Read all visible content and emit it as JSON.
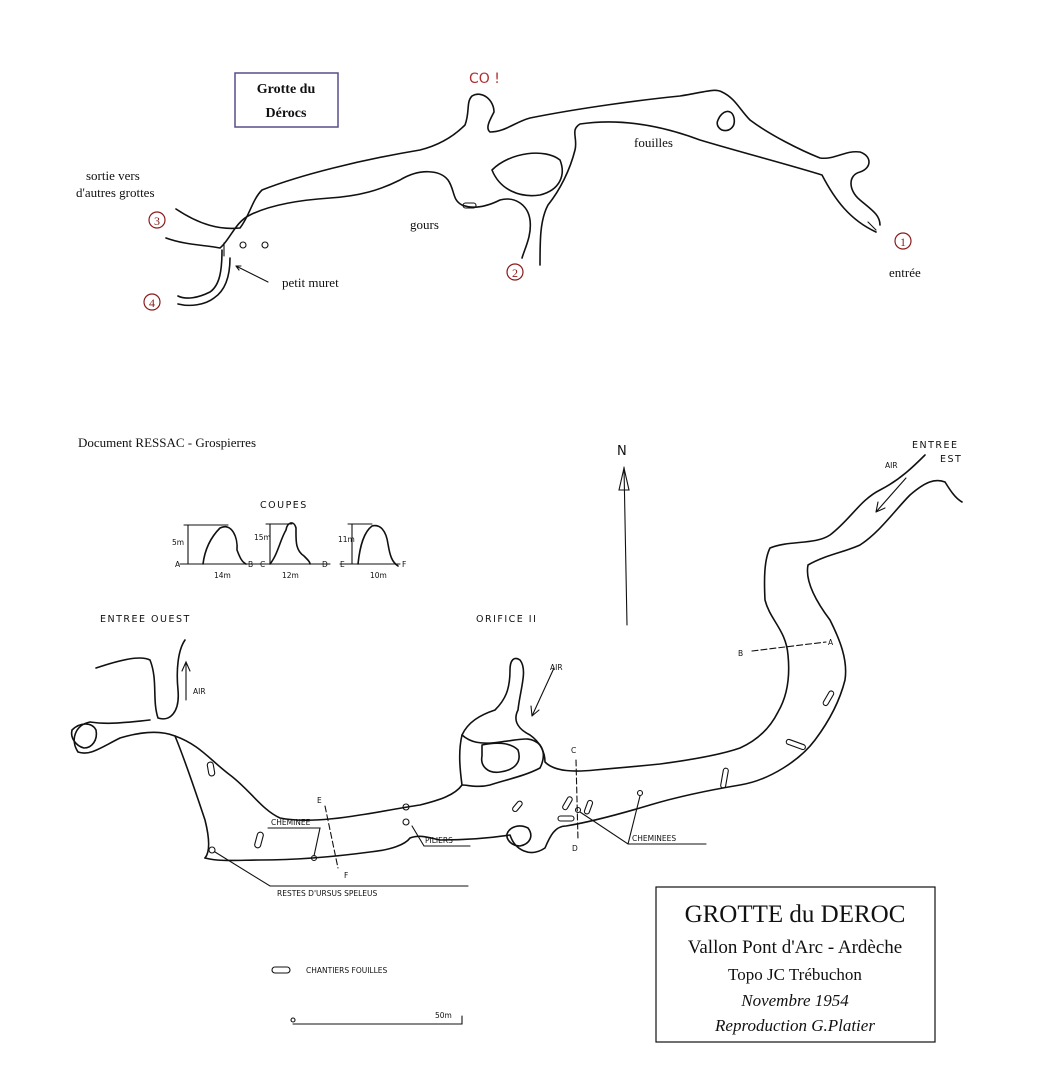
{
  "sketch": {
    "title_line1": "Grotte du",
    "title_line2": "Dérocs",
    "co_mark": "CO !",
    "exit_label_line1": "sortie vers",
    "exit_label_line2": "d'autres grottes",
    "gours_label": "gours",
    "fouilles_label": "fouilles",
    "muret_label": "petit muret",
    "entree_label": "entrée",
    "markers": [
      "1",
      "2",
      "3",
      "4"
    ],
    "colors": {
      "title_border": "#5a4d8a",
      "marker": "#8b1a1a",
      "co": "#b03030"
    }
  },
  "survey": {
    "document_credit": "Document RESSAC - Grospierres",
    "north": "N",
    "coupes_title": "COUPES",
    "coupes": [
      {
        "height": "5m",
        "left": "A",
        "right": "B",
        "width": "14m"
      },
      {
        "height": "15m",
        "left": "C",
        "right": "D",
        "width": "12m"
      },
      {
        "height": "11m",
        "left": "E",
        "right": "F",
        "width": "10m"
      }
    ],
    "entree_ouest": "ENTREE OUEST",
    "entree_est_line1": "ENTREE",
    "entree_est_line2": "EST",
    "orifice": "ORIFICE II",
    "air": "AIR",
    "cheminee": "CHEMINEE",
    "cheminees": "CHEMINEES",
    "piliers": "PILIERS",
    "restes": "RESTES D'URSUS SPELEUS",
    "section_letters": [
      "A",
      "B",
      "C",
      "D",
      "E",
      "F"
    ],
    "legend_chantiers": "CHANTIERS FOUILLES",
    "scale_label": "50m"
  },
  "title_box": {
    "line1": "GROTTE du DEROC",
    "line2": "Vallon Pont d'Arc - Ardèche",
    "line3": "Topo JC Trébuchon",
    "line4": "Novembre 1954",
    "line5": "Reproduction G.Platier"
  }
}
